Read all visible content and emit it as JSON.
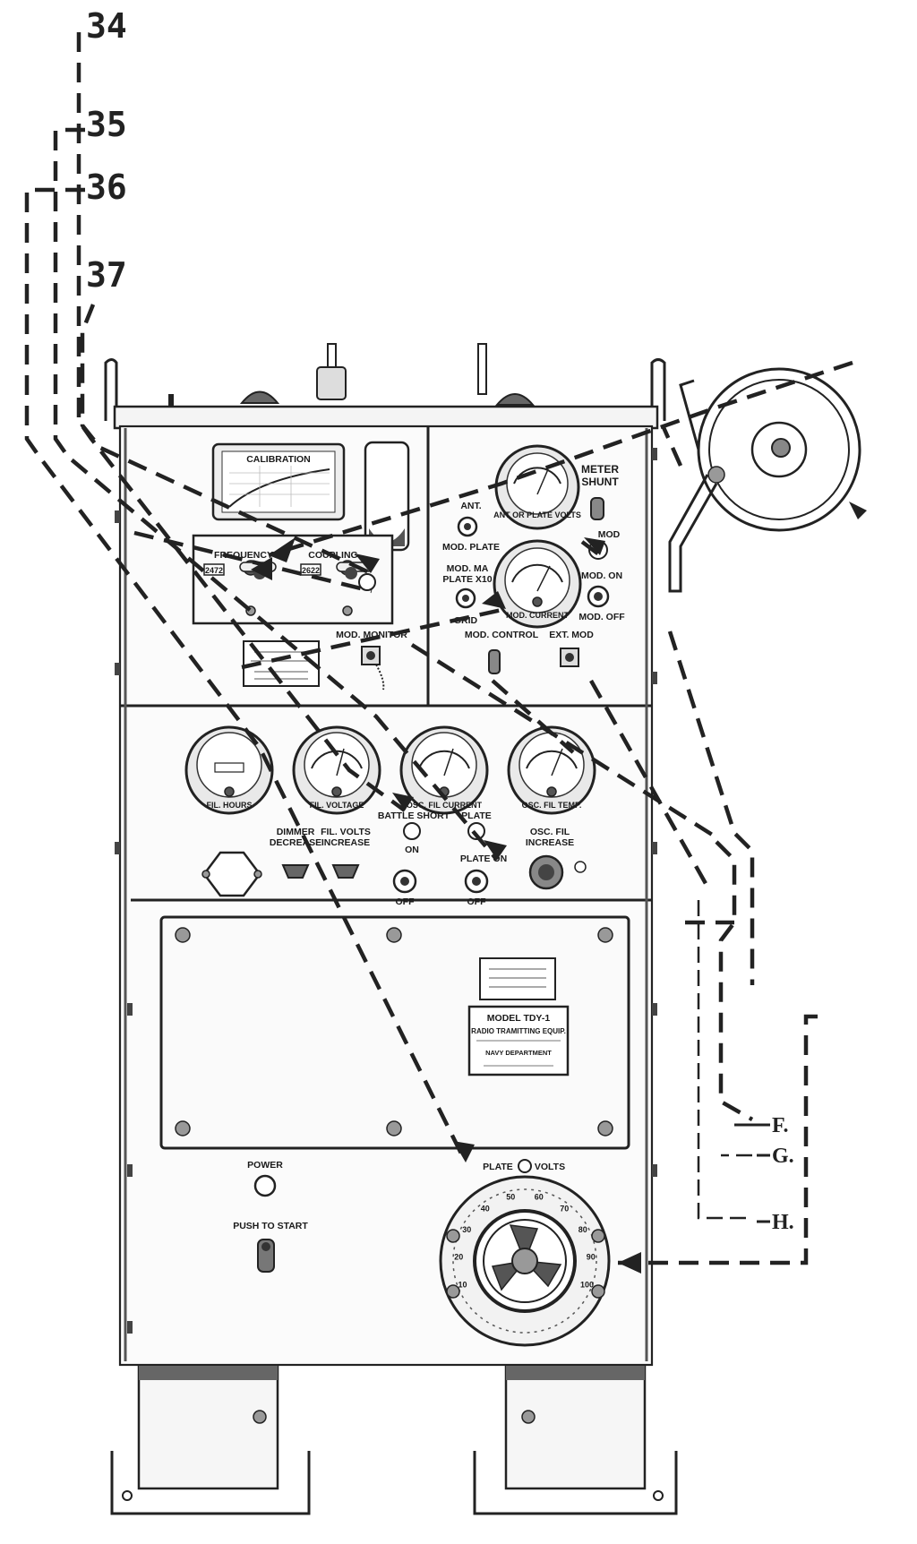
{
  "callouts": {
    "c34": "34",
    "c35": "35",
    "c36": "36",
    "c37": "37",
    "cF": "F.",
    "cG": "G.",
    "cH": "H."
  },
  "upper_left": {
    "calibration": "CALIBRATION",
    "frequency": "FREQUENCY",
    "coupling": "COUPLING",
    "freq_counter": "2472",
    "coupling_counter": "2622",
    "mod_monitor": "MOD. MONITOR"
  },
  "upper_right": {
    "ant": "ANT.",
    "mod_plate": "MOD. PLATE",
    "mod_ma_1": "MOD. MA",
    "mod_ma_2": "PLATE X10",
    "grid": "GRID",
    "meter_shunt_1": "METER",
    "meter_shunt_2": "SHUNT",
    "mod": "MOD",
    "mod_on": "MOD. ON",
    "mod_off": "MOD. OFF",
    "mod_control": "MOD. CONTROL",
    "ext_mod": "EXT. MOD",
    "ant_plate_volts": "ANT OR PLATE VOLTS",
    "mod_current": "MOD. CURRENT"
  },
  "middle": {
    "fil_hours": "FIL. HOURS",
    "fil_voltage": "FIL. VOLTAGE",
    "osc_fil_current": "OSC. FIL CURRENT",
    "osc_fil_temp": "OSC. FIL TEMP.",
    "dimmer_1": "DIMMER",
    "dimmer_2": "DECREASE",
    "fil_volts_1": "FIL. VOLTS",
    "fil_volts_2": "INCREASE",
    "battle_short": "BATTLE SHORT",
    "on": "ON",
    "plate": "PLATE",
    "plate_on": "PLATE ON",
    "off_1": "OFF",
    "off_2": "OFF",
    "osc_fil_1": "OSC. FIL",
    "osc_fil_2": "INCREASE"
  },
  "nameplate": {
    "model": "MODEL TDY-1",
    "equip": "RADIO TRAMITTING EQUIP.",
    "navy": "NAVY DEPARTMENT"
  },
  "lower": {
    "power": "POWER",
    "push_to_start": "PUSH TO START",
    "plate_volts_1": "PLATE",
    "plate_volts_2": "VOLTS",
    "dial": [
      "10",
      "20",
      "30",
      "40",
      "50",
      "60",
      "70",
      "80",
      "90",
      "100"
    ]
  }
}
